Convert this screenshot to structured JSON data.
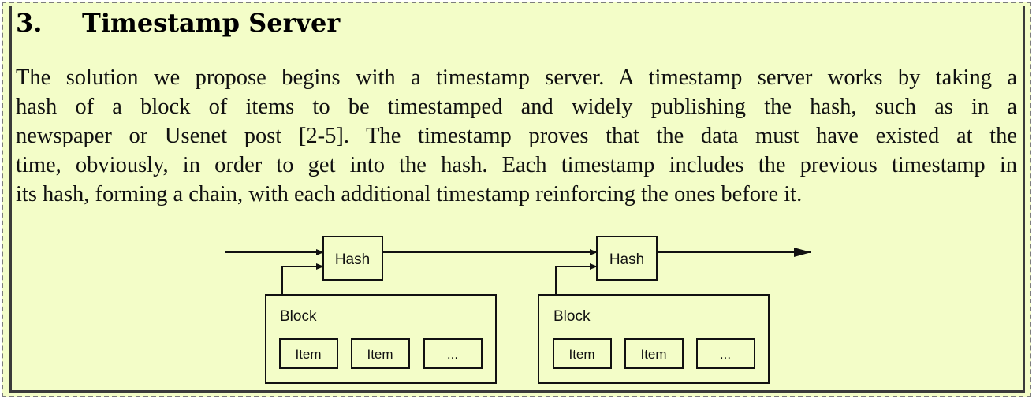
{
  "section": {
    "number": "3.",
    "title": "Timestamp Server"
  },
  "paragraph": [
    "The solution we propose begins with a timestamp server.  A timestamp server works by taking a",
    "hash of a block of items to be timestamped and widely publishing the hash, such as in a",
    "newspaper or Usenet post [2-5].  The timestamp proves that the data must have existed at the",
    "time, obviously, in order to get into the hash.  Each timestamp includes the previous timestamp in",
    "its hash, forming a chain, with each additional timestamp reinforcing the ones before it."
  ],
  "diagram": {
    "units": [
      {
        "hash_label": "Hash",
        "block_label": "Block",
        "items": [
          "Item",
          "Item",
          "..."
        ]
      },
      {
        "hash_label": "Hash",
        "block_label": "Block",
        "items": [
          "Item",
          "Item",
          "..."
        ]
      }
    ]
  }
}
